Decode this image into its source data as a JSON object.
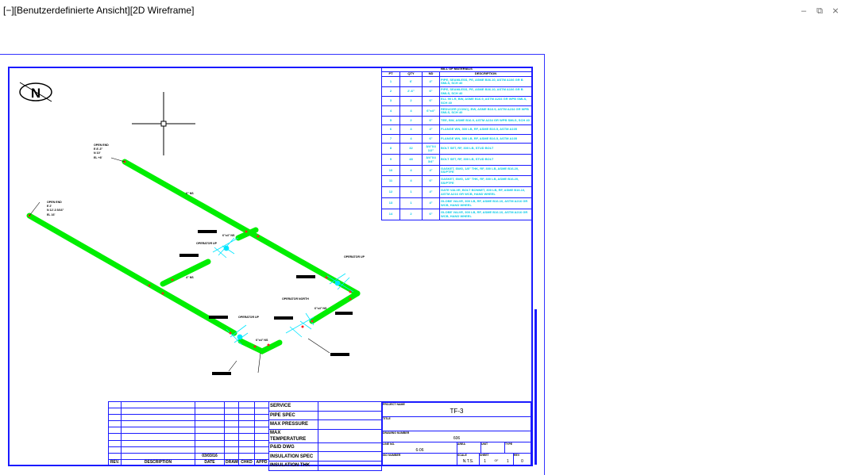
{
  "viewport": {
    "title": "[−][Benutzerdefinierte Ansicht][2D Wireframe]"
  },
  "window_controls": {
    "minimize": "‒",
    "restore": "⧉",
    "close": "⨯"
  },
  "colors": {
    "pipe": "#00ee00",
    "fitting": "#00e5ff",
    "border": "#1a1aff",
    "weld": "#ff2020"
  },
  "compass": {
    "label": "N"
  },
  "annotations": {
    "open_end_1": [
      "OPEN END",
      "E 8'-3\"",
      "N 10'",
      "EL +8'"
    ],
    "open_end_2": [
      "OPEN END",
      "E 2'",
      "N 12'-3 5/16\"",
      "EL 16'"
    ],
    "size_6": "6\" NS",
    "size_4": "4\" NS",
    "reducer": "6\"x4\" NS",
    "operator_up": "OPERATOR UP",
    "operator_north": "OPERATOR NORTH"
  },
  "bom": {
    "title": "BILL OF MATERIALS",
    "headers": [
      "PT",
      "QTY",
      "ND",
      "DESCRIPTION"
    ],
    "rows": [
      [
        "1",
        "6'",
        "4\"",
        "PIPE, SEAMLESS, PE, ASME B36.10, ASTM A106 GR B SMLS, SCH 40"
      ],
      [
        "2",
        "2'-6\"",
        "6\"",
        "PIPE, SEAMLESS, PE, ASME B36.10, ASTM A106 GR B SMLS, SCH 40"
      ],
      [
        "3",
        "2",
        "6\"",
        "ELL 90 LR, BW, ASME B16.9, ASTM A234 GR WPB SMLS, SCH 40"
      ],
      [
        "4",
        "4",
        "6\"x4\"",
        "REDUCER (CONC), BW, ASME B16.9, ASTM A234 GR WPB SMLS, SCH 40"
      ],
      [
        "5",
        "2",
        "6\"",
        "TEE, BW, ASME B16.9, ASTM A234 GR WPB SMLS, SCH 40"
      ],
      [
        "6",
        "4",
        "4\"",
        "FLANGE WN, 300 LB, RF, ASME B16.5, ASTM A105"
      ],
      [
        "7",
        "4",
        "6\"",
        "FLANGE WN, 300 LB, RF, ASME B16.5, ASTM A105"
      ],
      [
        "8",
        "32",
        "3/4\"X4 1/2\"",
        "BOLT SET, RF, 300 LB, STUD BOLT"
      ],
      [
        "9",
        "48",
        "3/4\"X4 3/4\"",
        "BOLT SET, RF, 300 LB, STUD BOLT"
      ],
      [
        "10",
        "4",
        "4\"",
        "GASKET, SWG, 1/8\" THK, RF, 300 LB, ASME B16.20, SS/PTFE"
      ],
      [
        "11",
        "4",
        "6\"",
        "GASKET, SWG, 1/8\" THK, RF, 300 LB, ASME B16.20, SS/PTFE"
      ],
      [
        "12",
        "1",
        "4\"",
        "GATE VALVE, BOLT BONNET, 300 LB, RF, ASME B16.10, ASTM A216 GR WCB, HAND WHEEL"
      ],
      [
        "13",
        "1",
        "4\"",
        "GLOBE VALVE, 300 LB, RF, ASME B16.10, ASTM A216 GR WCB, HAND WHEEL"
      ],
      [
        "14",
        "2",
        "6\"",
        "GLOBE VALVE, 300 LB, RF, ASME B16.10, ASTM A216 GR WCB, HAND WHEEL"
      ]
    ]
  },
  "revisions": {
    "headers": [
      "REV.",
      "DESCRIPTION",
      "DATE",
      "DRAWN",
      "CHKD",
      "APPD"
    ],
    "date_value": "03/03/16"
  },
  "specs": [
    "SERVICE",
    "PIPE SPEC",
    "MAX PRESSURE",
    "MAX TEMPERATURE",
    "P&ID DWG",
    "INSULATION SPEC",
    "INSULATION THK"
  ],
  "title_block": {
    "project_label": "PROJECT NAME",
    "project": "TF-3",
    "title_label": "TITLE",
    "drawing_label": "DRAWING NUMBER",
    "drawing": "606",
    "line_label": "LINE NO.",
    "line": "6-06",
    "area_label": "AREA",
    "unit_label": "UNIT",
    "type_label": "TYPE",
    "iso_label": "ISO NUMBER",
    "scale_label": "SCALE",
    "scale": "N.T.S.",
    "sheet_label": "SHEET",
    "sheet": "1",
    "of": "OF",
    "sheets": "1",
    "rev_label": "REV",
    "rev": "0"
  }
}
